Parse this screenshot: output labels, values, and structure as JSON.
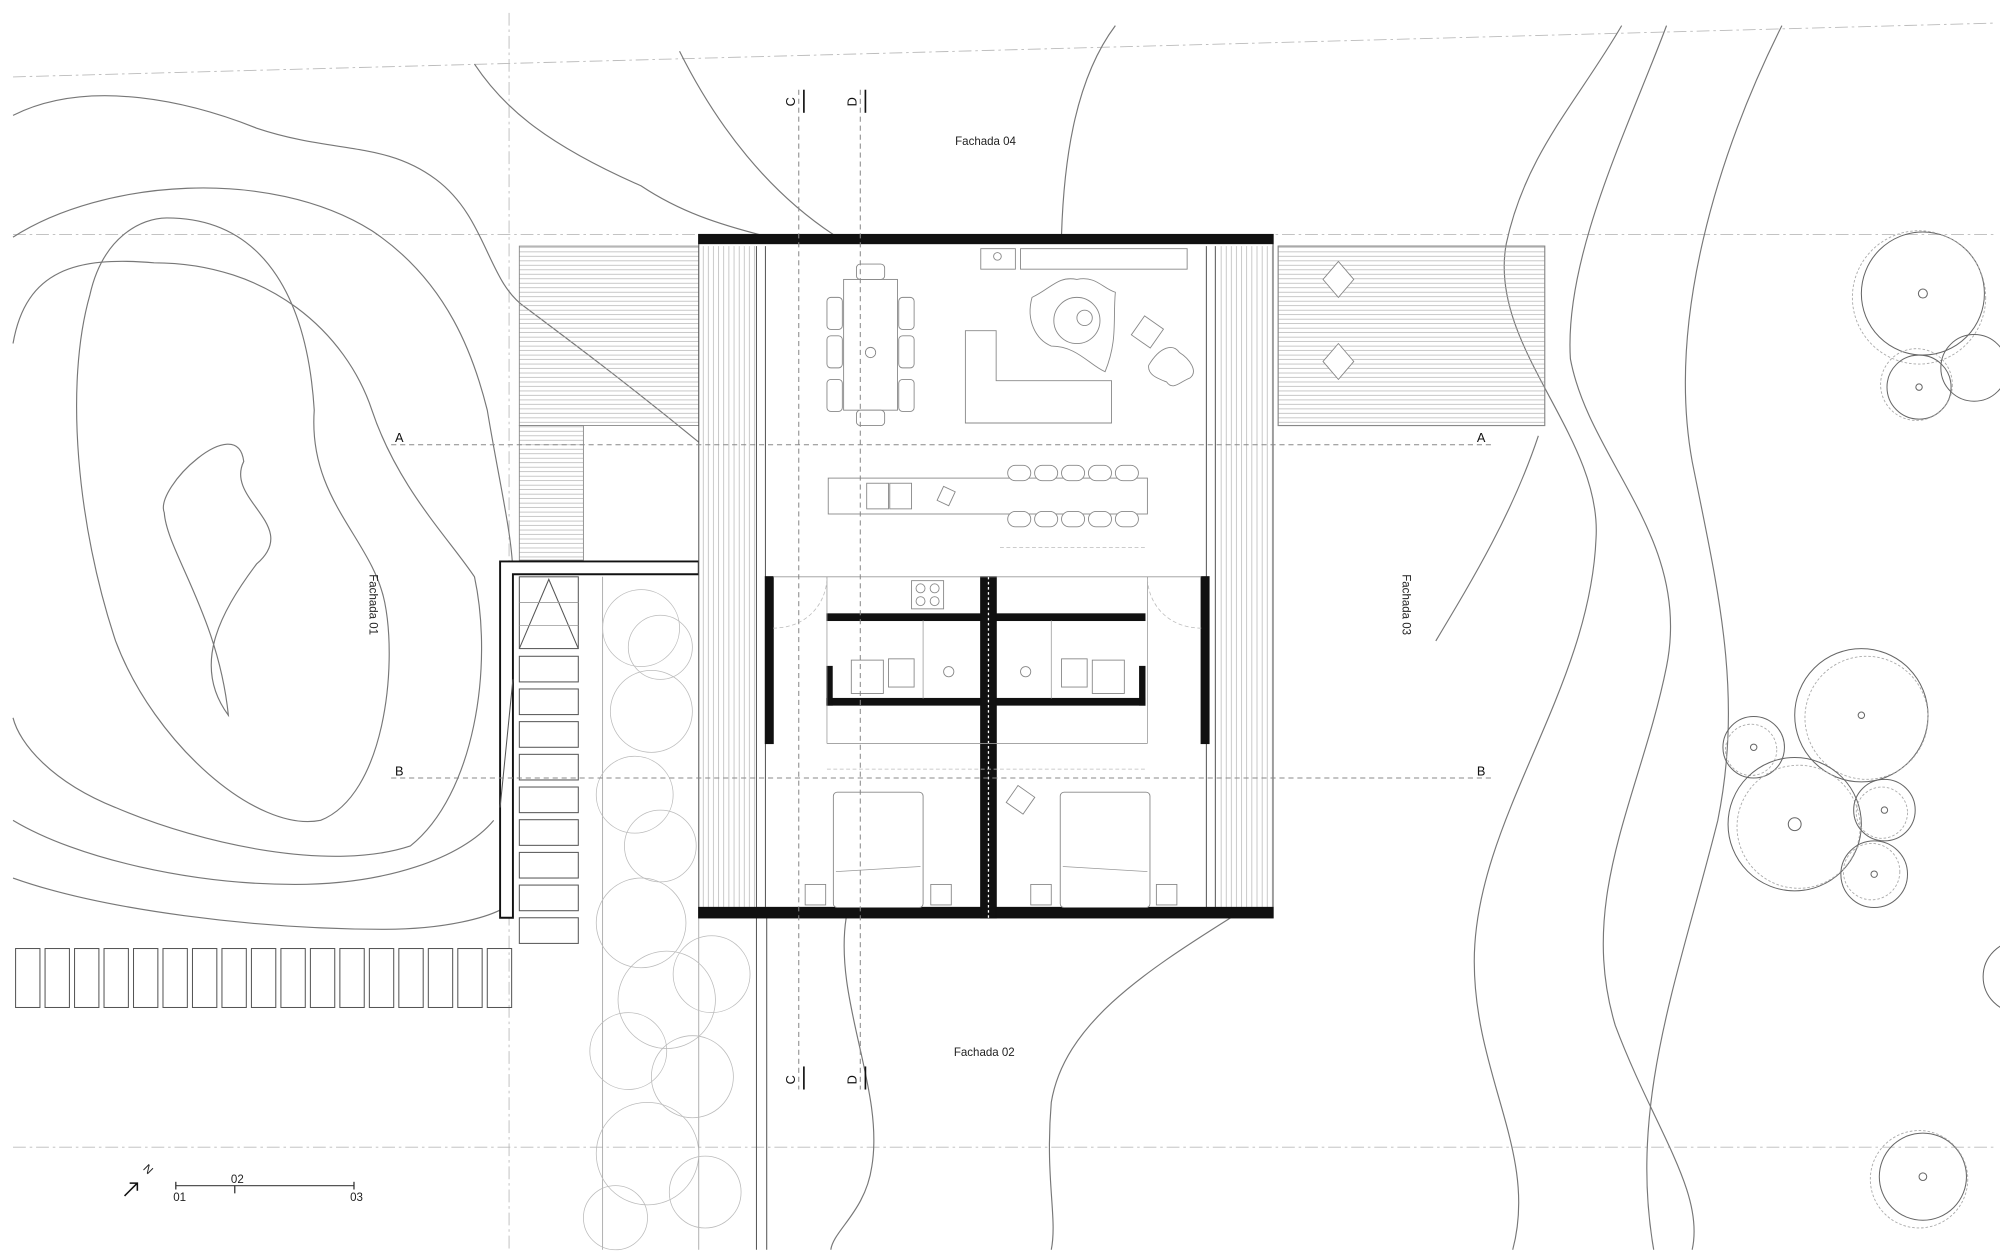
{
  "drawing": {
    "facade_labels": {
      "north": "Fachada 04",
      "west": "Fachada 01",
      "east": "Fachada 03",
      "south": "Fachada 02"
    },
    "section_markers": {
      "a_left": "A",
      "a_right": "A",
      "b_left": "B",
      "b_right": "B",
      "c_top": "C",
      "c_bottom": "C",
      "d_top": "D",
      "d_bottom": "D"
    },
    "scale_bar": {
      "tick_1": "01",
      "tick_2": "02",
      "tick_3": "03"
    },
    "north_arrow": {
      "label": "N",
      "icon": "north-arrow-icon"
    },
    "colors": {
      "wall": "#111111",
      "line": "#777777",
      "background": "#ffffff"
    }
  }
}
